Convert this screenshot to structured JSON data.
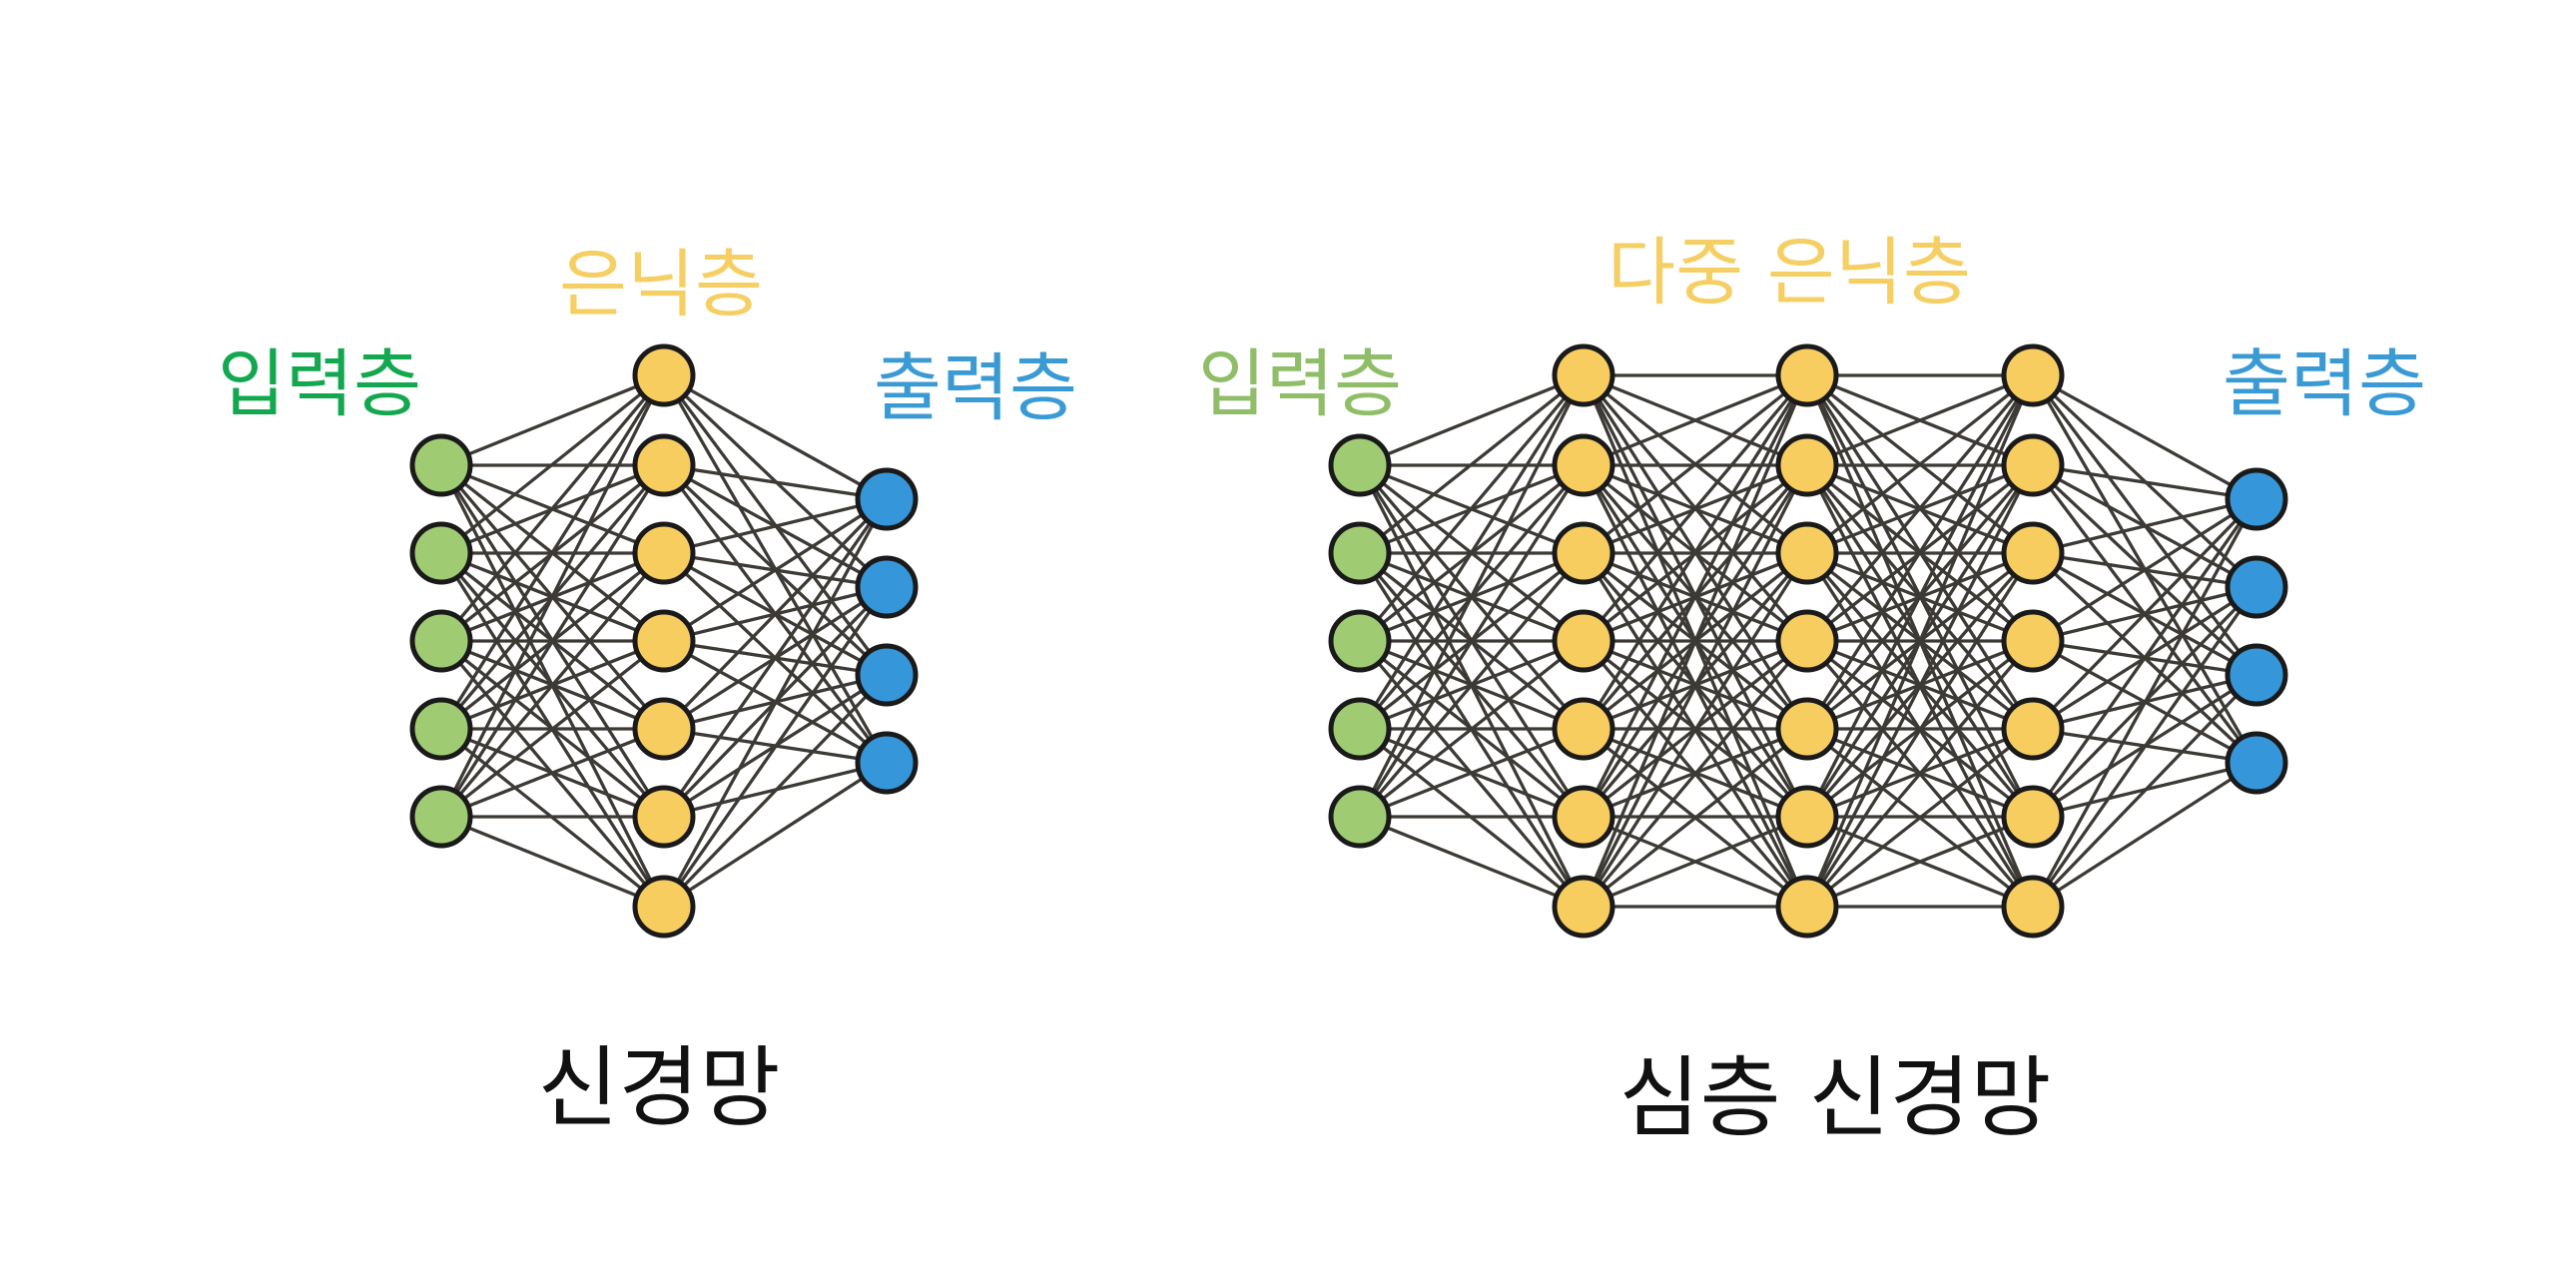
{
  "diagrams": [
    {
      "caption": "신경망",
      "labels": [
        {
          "text": "입력층",
          "color": "#13a850"
        },
        {
          "text": "은닉층",
          "color": "#f5cf63"
        },
        {
          "text": "출력층",
          "color": "#3a9ad4"
        }
      ],
      "layers": [
        {
          "nodes": 5,
          "color": "#9fcb73"
        },
        {
          "nodes": 7,
          "color": "#f8cd5f"
        },
        {
          "nodes": 4,
          "color": "#3597d9"
        }
      ]
    },
    {
      "caption": "심층 신경망",
      "labels": [
        {
          "text": "입력층",
          "color": "#8fbd68"
        },
        {
          "text": "다중 은닉층",
          "color": "#f5cf63"
        },
        {
          "text": "출력층",
          "color": "#3a9ad4"
        }
      ],
      "layers": [
        {
          "nodes": 5,
          "color": "#9fcb73"
        },
        {
          "nodes": 7,
          "color": "#f8cd5f"
        },
        {
          "nodes": 7,
          "color": "#f8cd5f"
        },
        {
          "nodes": 7,
          "color": "#f8cd5f"
        },
        {
          "nodes": 4,
          "color": "#3597d9"
        }
      ]
    }
  ]
}
